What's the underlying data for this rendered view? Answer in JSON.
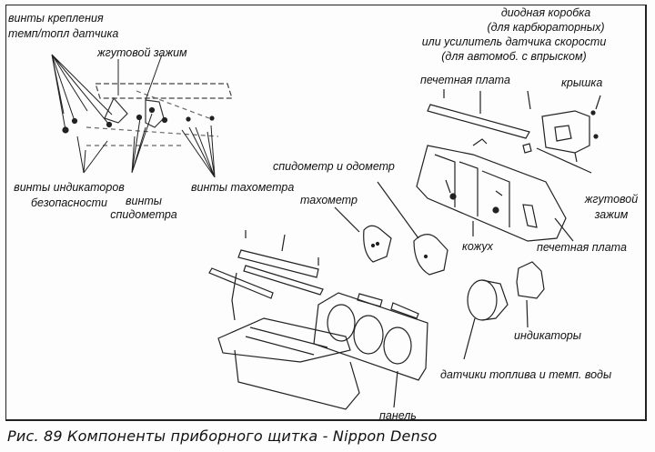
{
  "figure": {
    "caption": "Рис. 89 Компоненты приборного щитка - Nippon Denso"
  },
  "labels": {
    "temp_fuel_sensor_screws_1": "винты крепления",
    "temp_fuel_sensor_screws_2": "темп/топл датчика",
    "harness_clamp_top": "жгутовой зажим",
    "safety_indicator_screws_1": "винты индикаторов",
    "safety_indicator_screws_2": "безопасности",
    "speedometer_screws_1": "винты",
    "speedometer_screws_2": "спидометра",
    "tachometer_screws": "винты тахометра",
    "diode_box_1": "диодная коробка",
    "diode_box_2": "(для карбюраторных)",
    "diode_box_3": "или усилитель датчика скорости",
    "diode_box_4": "(для автомоб. с впрыском)",
    "printed_board_top": "печетная плата",
    "cover": "крышка",
    "speedometer_odometer": "спидометр и одометр",
    "tachometer": "тахометр",
    "harness_clamp_right_1": "жгутовой",
    "harness_clamp_right_2": "зажим",
    "housing": "кожух",
    "printed_board_right": "печетная плата",
    "indicators": "индикаторы",
    "fuel_water_temp_gauges": "датчики топлива и темп. воды",
    "panel": "панель"
  }
}
